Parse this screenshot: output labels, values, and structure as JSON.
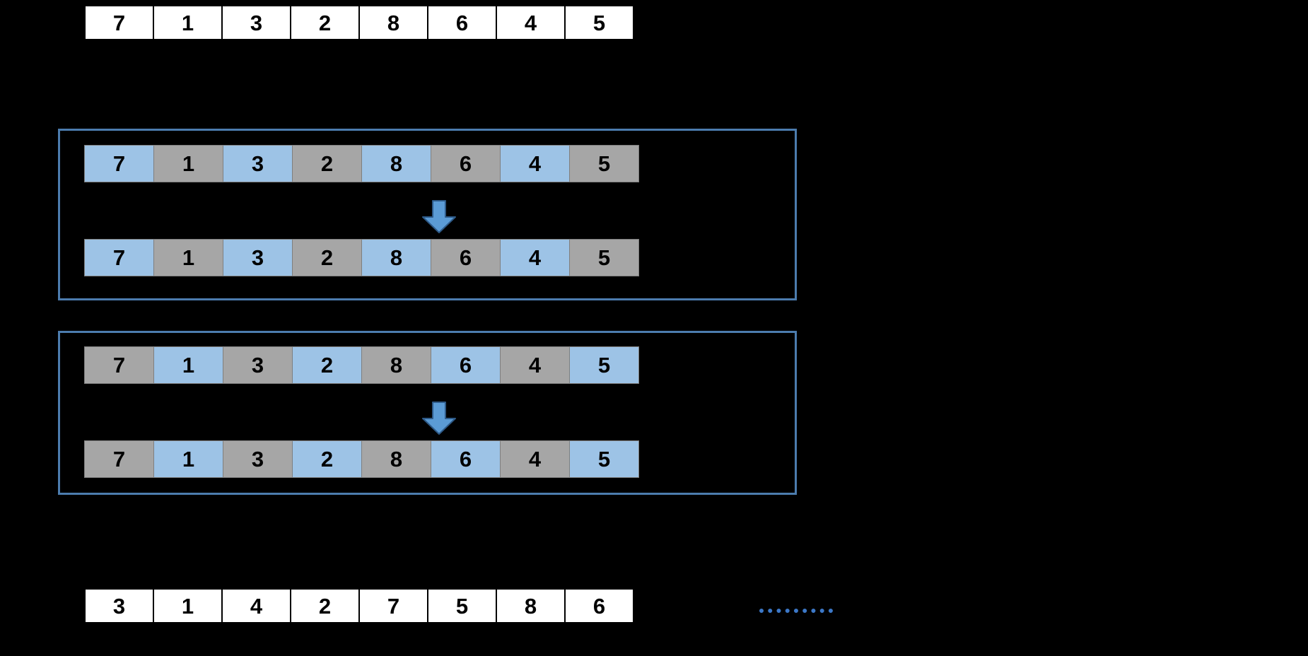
{
  "diagram": {
    "title": "merge-sort-step-diagram",
    "colors": {
      "background": "#000000",
      "cell_white": "#FFFFFF",
      "cell_blue": "#9DC3E6",
      "cell_gray": "#A6A6A6",
      "panel_border": "#4C7CAE",
      "arrow_fill": "#5B9BD5",
      "arrow_border": "#2E5A88",
      "dotted_line": "#3C78C8",
      "cell_border": "#000000",
      "text": "#000000"
    }
  },
  "input_row": {
    "name": "input-array",
    "values": [
      "7",
      "1",
      "3",
      "2",
      "8",
      "6",
      "4",
      "5"
    ],
    "style": "white"
  },
  "panels": [
    {
      "name": "panel-odd-phase",
      "top_row": {
        "name": "panel-1-top-array",
        "values": [
          "7",
          "1",
          "3",
          "2",
          "8",
          "6",
          "4",
          "5"
        ],
        "shades": [
          "blue",
          "gray",
          "blue",
          "gray",
          "blue",
          "gray",
          "blue",
          "gray"
        ]
      },
      "arrow": {
        "name": "down-arrow-panel-1",
        "direction": "down"
      },
      "bottom_row": {
        "name": "panel-1-bottom-array",
        "values": [
          "7",
          "1",
          "3",
          "2",
          "8",
          "6",
          "4",
          "5"
        ],
        "shades": [
          "blue",
          "gray",
          "blue",
          "gray",
          "blue",
          "gray",
          "blue",
          "gray"
        ]
      }
    },
    {
      "name": "panel-even-phase",
      "top_row": {
        "name": "panel-2-top-array",
        "values": [
          "7",
          "1",
          "3",
          "2",
          "8",
          "6",
          "4",
          "5"
        ],
        "shades": [
          "gray",
          "blue",
          "gray",
          "blue",
          "gray",
          "blue",
          "gray",
          "blue"
        ]
      },
      "arrow": {
        "name": "down-arrow-panel-2",
        "direction": "down"
      },
      "bottom_row": {
        "name": "panel-2-bottom-array",
        "values": [
          "7",
          "1",
          "3",
          "2",
          "8",
          "6",
          "4",
          "5"
        ],
        "shades": [
          "gray",
          "blue",
          "gray",
          "blue",
          "gray",
          "blue",
          "gray",
          "blue"
        ]
      }
    }
  ],
  "output_row": {
    "name": "output-array",
    "values": [
      "3",
      "1",
      "4",
      "2",
      "7",
      "5",
      "8",
      "6"
    ],
    "style": "white"
  },
  "connector": {
    "name": "dotted-continuation",
    "style": "dotted"
  }
}
